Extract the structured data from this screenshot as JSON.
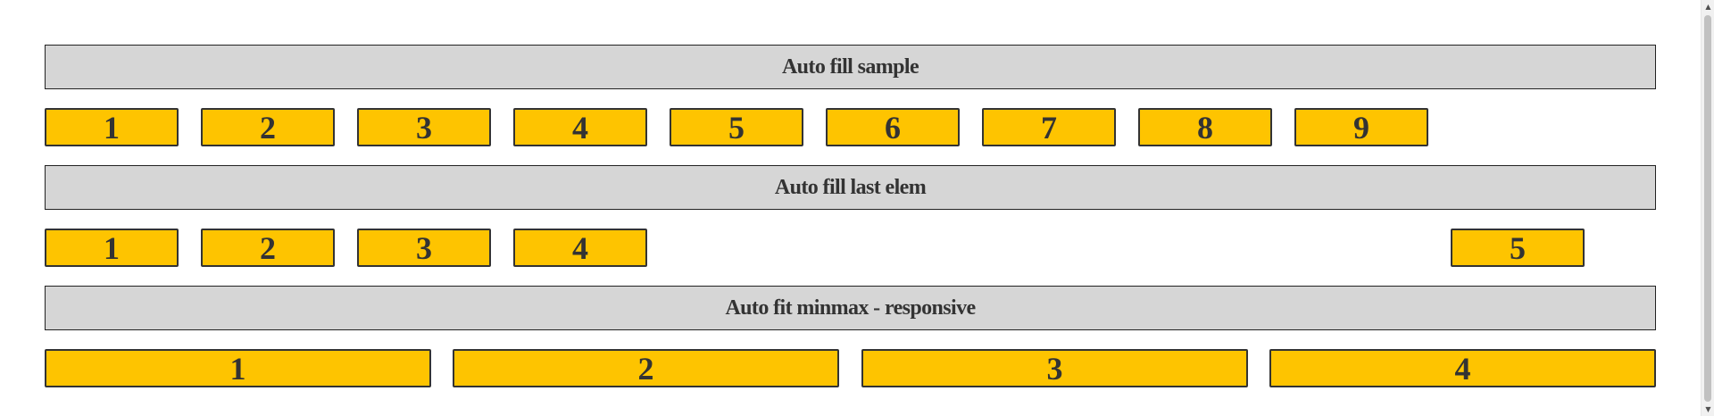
{
  "sections": [
    {
      "title": "Auto fill sample",
      "items": [
        "1",
        "2",
        "3",
        "4",
        "5",
        "6",
        "7",
        "8",
        "9"
      ]
    },
    {
      "title": "Auto fill last elem",
      "items": [
        "1",
        "2",
        "3",
        "4",
        "5"
      ]
    },
    {
      "title": "Auto fit minmax - responsive",
      "items": [
        "1",
        "2",
        "3",
        "4"
      ]
    }
  ],
  "colors": {
    "header_bg": "#d6d6d6",
    "item_bg": "#fec400",
    "text": "#333333",
    "border": "#333333"
  },
  "icons": {
    "scroll_up": "scroll-up-arrow-icon",
    "scroll_down": "scroll-down-arrow-icon"
  }
}
